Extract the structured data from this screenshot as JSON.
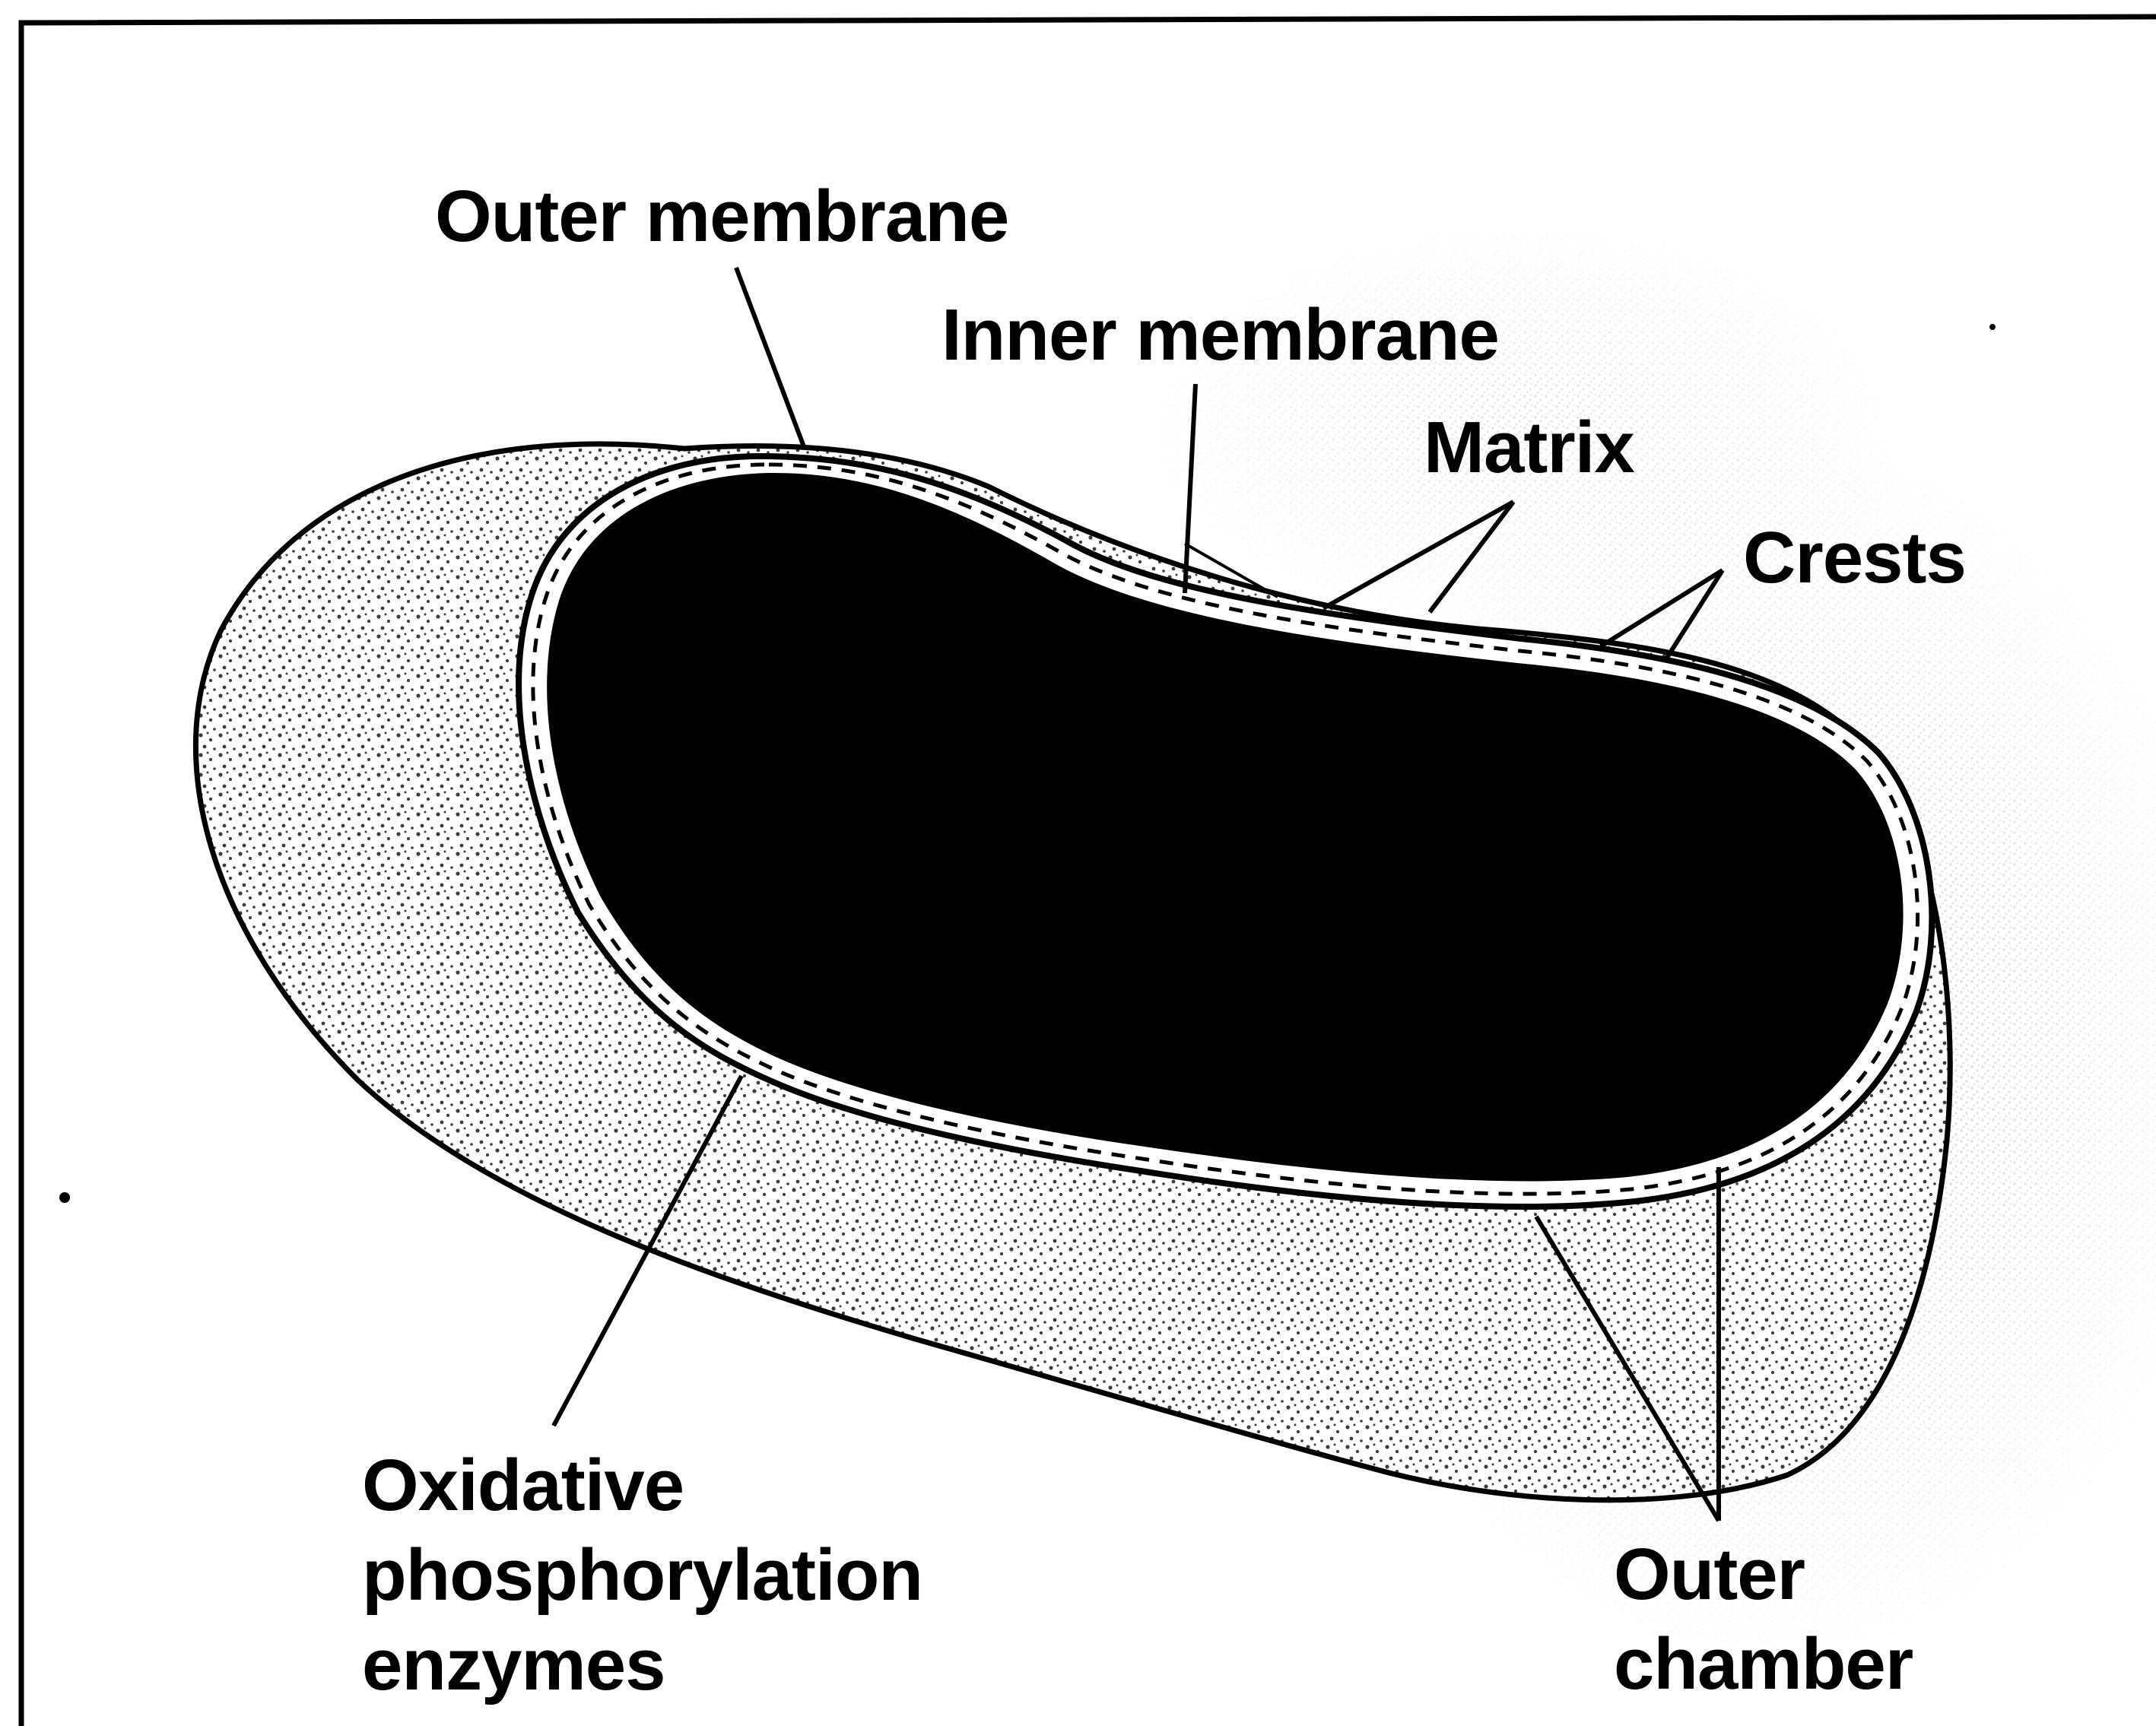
{
  "labels": {
    "outer_membrane": "Outer membrane",
    "inner_membrane": "Inner membrane",
    "matrix": "Matrix",
    "crests": "Crests",
    "oxidative_line1": "Oxidative",
    "oxidative_line2": "phosphorylation",
    "oxidative_line3": "enzymes",
    "outer_chamber_line1": "Outer",
    "outer_chamber_line2": "chamber"
  },
  "colors": {
    "ink": "#000000",
    "paper": "#ffffff",
    "stipple": "#4a4a4a",
    "shading": "#8a8a8a"
  }
}
